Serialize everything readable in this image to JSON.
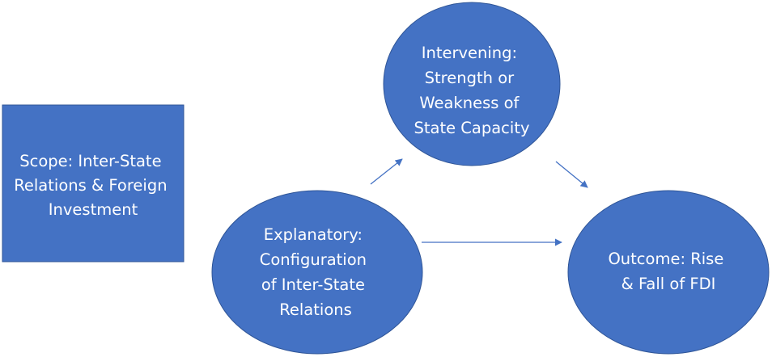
{
  "colors": {
    "shape_fill": "#4472C4",
    "shape_stroke": "#2F5597",
    "arrow": "#4472C4",
    "text": "#FFFFFF",
    "background": "#FFFFFF"
  },
  "nodes": {
    "scope": {
      "shape": "rectangle",
      "lines": [
        "Scope: Inter-State",
        "Relations & Foreign",
        "Investment"
      ]
    },
    "intervening": {
      "shape": "ellipse",
      "lines": [
        "Intervening:",
        "Strength or",
        "Weakness of",
        "State Capacity"
      ]
    },
    "explanatory": {
      "shape": "ellipse",
      "lines": [
        "Explanatory:",
        "Configuration",
        "of Inter-State",
        "Relations"
      ]
    },
    "outcome": {
      "shape": "ellipse",
      "lines": [
        "Outcome: Rise",
        "& Fall of FDI"
      ]
    }
  },
  "edges": [
    {
      "from": "explanatory",
      "to": "intervening"
    },
    {
      "from": "intervening",
      "to": "outcome"
    },
    {
      "from": "explanatory",
      "to": "outcome"
    }
  ]
}
